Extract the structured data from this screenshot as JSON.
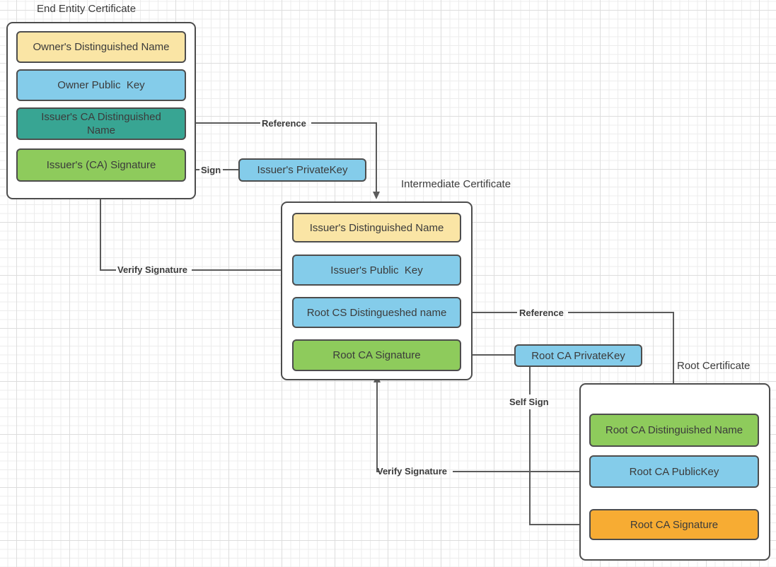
{
  "diagram": {
    "groups": [
      {
        "title": "End Entity Certificate",
        "rows": [
          {
            "label": "Owner's Distinguished Name",
            "color": "yellow"
          },
          {
            "label": "Owner Public  Key",
            "color": "blue"
          },
          {
            "label": "Issuer's CA Distinguished Name",
            "color": "teal"
          },
          {
            "label": "Issuer's (CA) Signature",
            "color": "green"
          }
        ]
      },
      {
        "title": "Intermediate Certificate",
        "rows": [
          {
            "label": "Issuer's Distinguished Name",
            "color": "yellow"
          },
          {
            "label": "Issuer's Public  Key",
            "color": "blue"
          },
          {
            "label": "Root CS Distingueshed name",
            "color": "blue"
          },
          {
            "label": "Root CA Signature",
            "color": "green"
          }
        ]
      },
      {
        "title": "Root Certificate",
        "rows": [
          {
            "label": "Root CA Distinguished Name",
            "color": "green"
          },
          {
            "label": "Root CA PublicKey",
            "color": "blue"
          },
          {
            "label": "Root CA Signature",
            "color": "orange"
          }
        ]
      }
    ],
    "keys": [
      {
        "label": "Issuer's PrivateKey",
        "color": "blue"
      },
      {
        "label": "Root CA PrivateKey",
        "color": "blue"
      }
    ],
    "edges": [
      {
        "label": "Reference"
      },
      {
        "label": "Sign"
      },
      {
        "label": "Verify Signature"
      },
      {
        "label": "Reference"
      },
      {
        "label": "Self Sign"
      },
      {
        "label": "Verify Signature"
      }
    ],
    "colors": {
      "yellow": "#fae5a5",
      "blue": "#84ccea",
      "teal": "#38a593",
      "green": "#8ecb5c",
      "orange": "#f7ac33",
      "stroke": "#5a5a5a",
      "border": "#4d4d4d",
      "text": "#3b3b3b"
    }
  }
}
